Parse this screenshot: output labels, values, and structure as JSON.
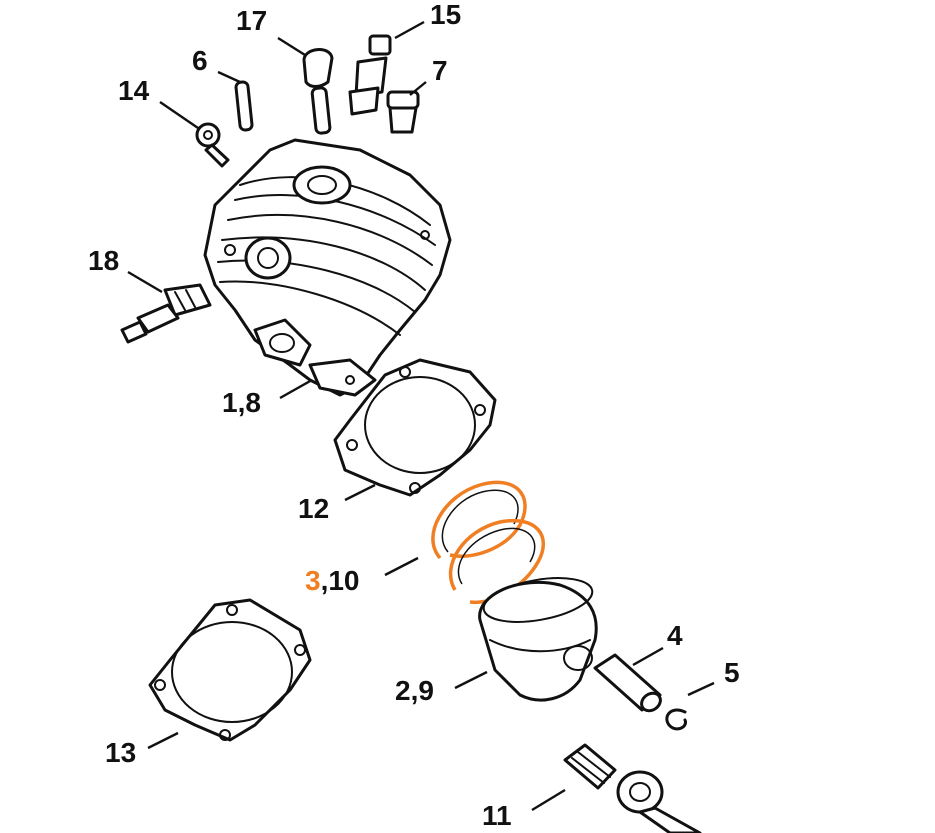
{
  "labels": {
    "l17": "17",
    "l15": "15",
    "l6": "6",
    "l7": "7",
    "l14": "14",
    "l18": "18",
    "l18b": "1,8",
    "l12": "12",
    "l3": "3",
    "l10": ",10",
    "l4": "4",
    "l5": "5",
    "l29": "2,9",
    "l13": "13",
    "l11": "11"
  },
  "colors": {
    "highlight": "#f07f24",
    "line": "#111111"
  }
}
